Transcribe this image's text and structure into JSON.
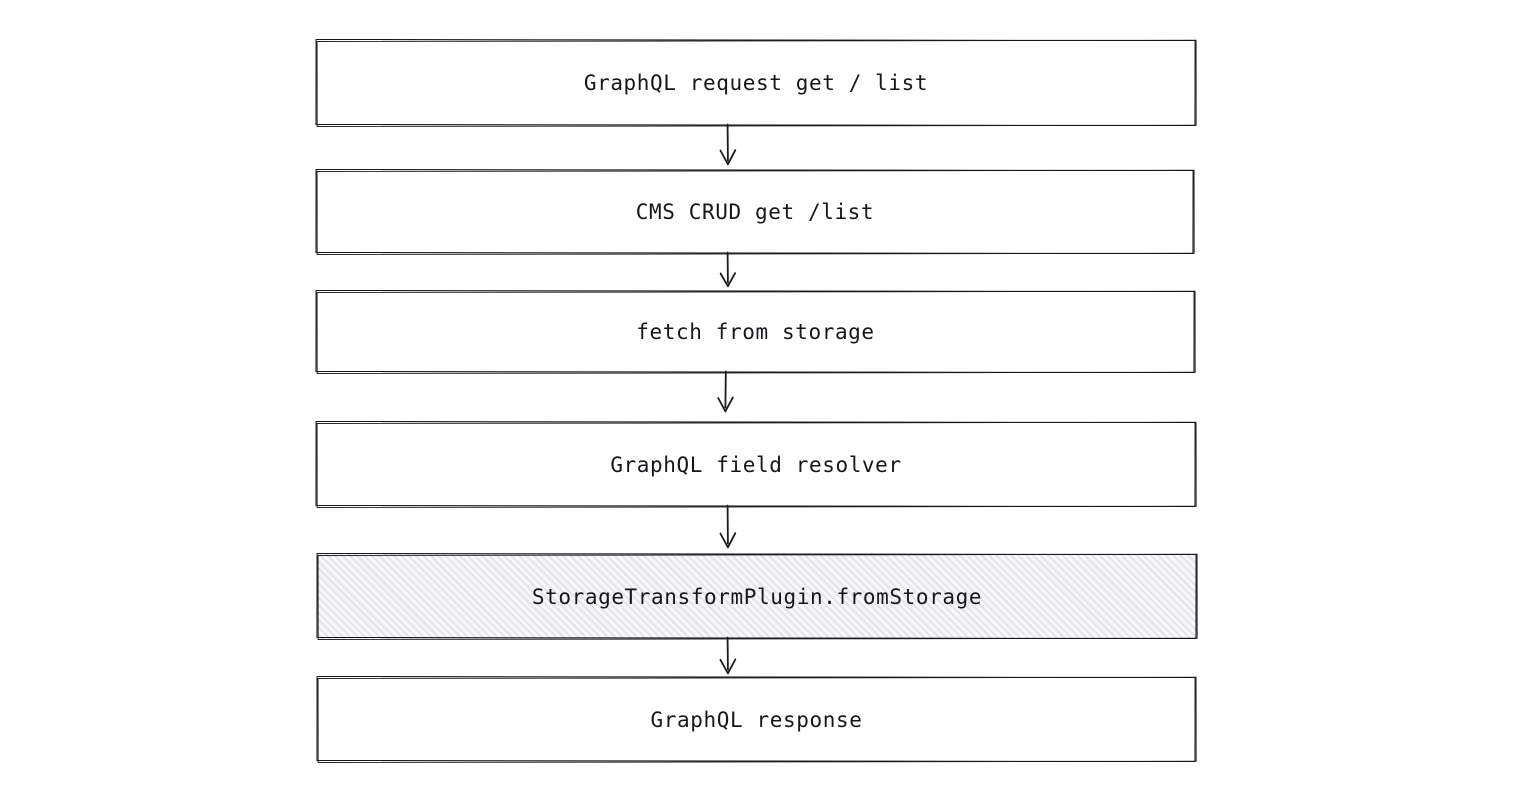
{
  "diagram": {
    "type": "flowchart",
    "orientation": "top-to-bottom",
    "style": "hand-drawn",
    "background_color": "#ffffff",
    "stroke_color": "#1b1b1f",
    "highlight_fill": "#f0f0f2",
    "nodes": [
      {
        "id": "graphql-request",
        "label": "GraphQL request get / list",
        "shape": "rectangle",
        "fill": "transparent",
        "highlighted": false
      },
      {
        "id": "cms-crud",
        "label": "CMS CRUD get /list",
        "shape": "rectangle",
        "fill": "transparent",
        "highlighted": false
      },
      {
        "id": "fetch-from-storage",
        "label": "fetch from storage",
        "shape": "rectangle",
        "fill": "transparent",
        "highlighted": false
      },
      {
        "id": "graphql-field-resolver",
        "label": "GraphQL field resolver",
        "shape": "rectangle",
        "fill": "transparent",
        "highlighted": false
      },
      {
        "id": "storage-transform-plugin",
        "label": "StorageTransformPlugin.fromStorage",
        "shape": "rectangle",
        "fill": "hatched",
        "highlighted": true
      },
      {
        "id": "graphql-response",
        "label": "GraphQL response",
        "shape": "rectangle",
        "fill": "transparent",
        "highlighted": false
      }
    ],
    "edges": [
      {
        "from": "graphql-request",
        "to": "cms-crud",
        "label": "",
        "arrow": "down"
      },
      {
        "from": "cms-crud",
        "to": "fetch-from-storage",
        "label": "",
        "arrow": "down"
      },
      {
        "from": "fetch-from-storage",
        "to": "graphql-field-resolver",
        "label": "",
        "arrow": "down"
      },
      {
        "from": "graphql-field-resolver",
        "to": "storage-transform-plugin",
        "label": "",
        "arrow": "down"
      },
      {
        "from": "storage-transform-plugin",
        "to": "graphql-response",
        "label": "",
        "arrow": "down"
      }
    ]
  }
}
